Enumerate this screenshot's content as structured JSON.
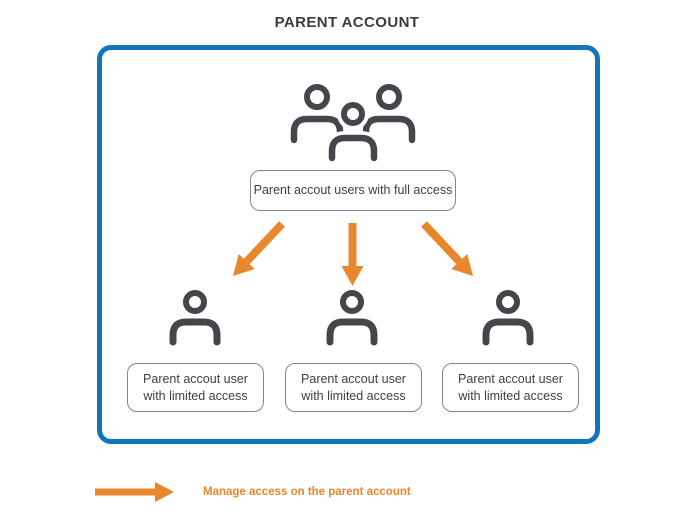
{
  "title": "PARENT ACCOUNT",
  "diagram": {
    "full_access_node": {
      "label": "Parent accout users with full access"
    },
    "limited_nodes": [
      {
        "label": "Parent accout user\nwith limited access"
      },
      {
        "label": "Parent accout user\nwith limited access"
      },
      {
        "label": "Parent accout user\nwith limited access"
      }
    ]
  },
  "legend": {
    "text": "Manage access on the parent account"
  },
  "icons": {
    "group_users": "group-users-icon",
    "single_user": "user-icon",
    "down_arrow": "down-arrow-icon",
    "diagonal_left_arrow": "diagonal-down-left-arrow-icon",
    "diagonal_right_arrow": "diagonal-down-right-arrow-icon",
    "legend_arrow": "right-arrow-icon"
  },
  "colors": {
    "panel_border_blue": "#1175bb",
    "arrow_orange": "#e8872b",
    "icon_gray": "#45464b",
    "node_border_gray": "#85868a",
    "title_text": "#3b3c40"
  }
}
